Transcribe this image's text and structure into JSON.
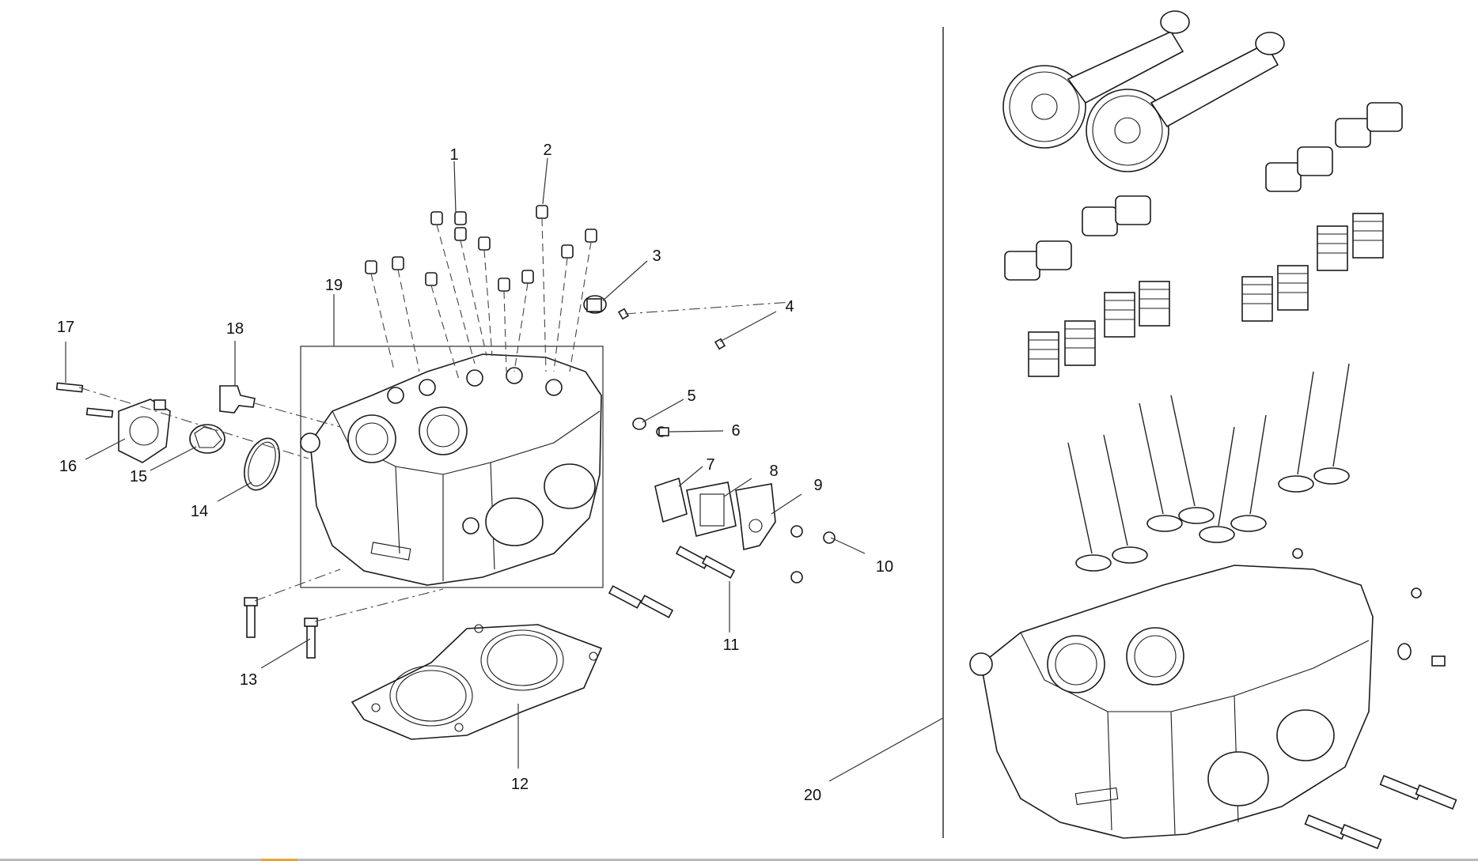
{
  "diagram": {
    "callouts": [
      "1",
      "2",
      "3",
      "4",
      "5",
      "6",
      "7",
      "8",
      "9",
      "10",
      "11",
      "12",
      "13",
      "14",
      "15",
      "16",
      "17",
      "18",
      "19",
      "20"
    ]
  },
  "colors": {
    "line": "#1a1a1a",
    "background": "#ffffff",
    "bottom_bar": "#b9b9b9",
    "bottom_bar_accent": "#e8a33a"
  }
}
